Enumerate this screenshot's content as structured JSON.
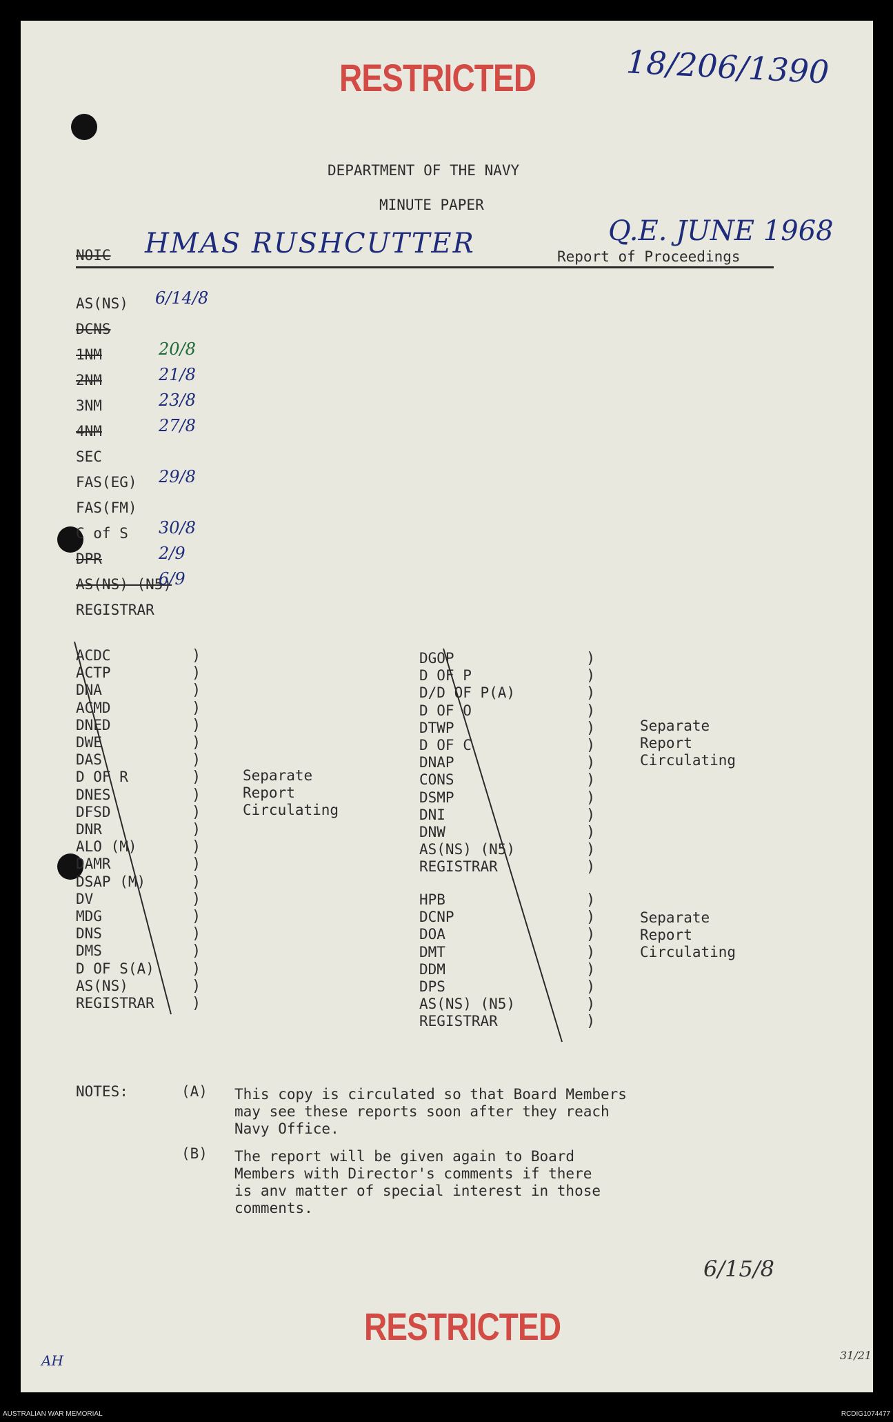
{
  "stamps": {
    "top": "RESTRICTED",
    "bottom": "RESTRICTED"
  },
  "file_number": "18/206/1390",
  "header": {
    "department": "DEPARTMENT OF THE NAVY",
    "form": "MINUTE PAPER"
  },
  "subject": {
    "to": "NOIC",
    "ship_handwritten": "HMAS RUSHCUTTER",
    "period_handwritten": "Q.E. JUNE 1968",
    "title": "Report of Proceedings"
  },
  "routing": [
    {
      "name": "AS(NS)",
      "initials": "6/14/8"
    },
    {
      "name": "DCNS",
      "initials": ""
    },
    {
      "name": "1NM",
      "initials": "20/8"
    },
    {
      "name": "2NM",
      "initials": "21/8"
    },
    {
      "name": "3NM",
      "initials": "23/8"
    },
    {
      "name": "4NM",
      "initials": "27/8"
    },
    {
      "name": "SEC",
      "initials": ""
    },
    {
      "name": "FAS(EG)",
      "initials": "29/8"
    },
    {
      "name": "FAS(FM)",
      "initials": ""
    },
    {
      "name": "C of S",
      "initials": "30/8"
    },
    {
      "name": "DPR",
      "initials": "2/9"
    },
    {
      "name": "AS(NS) (N5)",
      "initials": "6/9"
    },
    {
      "name": "REGISTRAR",
      "initials": ""
    }
  ],
  "distribution": {
    "left": [
      "ACDC",
      "ACTP",
      "DNA",
      "ACMD",
      "DNED",
      "DWE",
      "DAS",
      "D OF R",
      "DNES",
      "DFSD",
      "DNR",
      "ALO (M)",
      "DAMR",
      "DSAP (M)",
      "DV",
      "MDG",
      "DNS",
      "DMS",
      "D OF S(A)",
      "AS(NS)",
      "REGISTRAR"
    ],
    "right_a": [
      "DGOP",
      "D OF P",
      "D/D OF P(A)",
      "D OF O",
      "DTWP",
      "D OF C",
      "DNAP",
      "CONS",
      "DSMP",
      "DNI",
      "DNW",
      "AS(NS) (N5)",
      "REGISTRAR"
    ],
    "right_b": [
      "HPB",
      "DCNP",
      "DOA",
      "DMT",
      "DDM",
      "DPS",
      "AS(NS) (N5)",
      "REGISTRAR"
    ],
    "separate_lines": [
      "Separate",
      "Report",
      "Circulating"
    ]
  },
  "notes": {
    "label": "NOTES:",
    "a_marker": "(A)",
    "a_lines": [
      "This copy is circulated so that Board Members",
      "may see these reports soon after they reach",
      "Navy Office."
    ],
    "b_marker": "(B)",
    "b_lines": [
      "The report will be given again to Board",
      "Members with Director's comments if there",
      "is anv matter of special interest in those",
      "comments."
    ]
  },
  "handwritten_ref": "6/15/8",
  "corner_marks": {
    "bottom_left": "AH",
    "bottom_right": "31/21"
  },
  "footer": {
    "left": "AUSTRALIAN WAR MEMORIAL",
    "right": "RCDIG1074477"
  }
}
